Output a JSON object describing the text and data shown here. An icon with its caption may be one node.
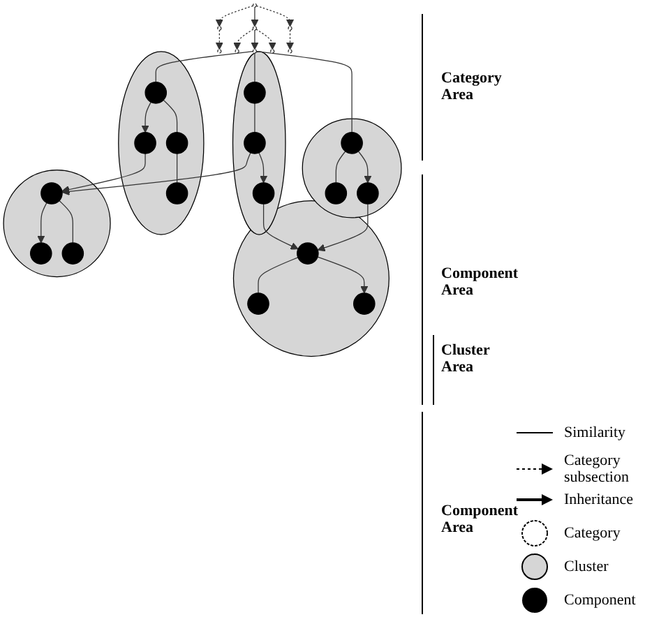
{
  "diagram": {
    "nodes": [
      {
        "text": [],
        "shape": "circle"
      },
      {
        "text": [],
        "shape": "circle"
      },
      {
        "text": [],
        "shape": "circle"
      },
      {
        "text": [],
        "shape": "circle"
      },
      {
        "text": [],
        "shape": "circle"
      },
      {
        "text": [],
        "shape": "circle"
      },
      {
        "text": [],
        "shape": "circle"
      },
      {
        "text": [],
        "shape": "circle"
      },
      {
        "text": [],
        "shape": "circle"
      },
      {
        "text": [],
        "shape": "circle"
      },
      {
        "text": [],
        "shape": "circle",
        "in": 9
      },
      {
        "text": [],
        "shape": "circle",
        "in": 9
      },
      {
        "text": [],
        "shape": "circle",
        "in": 9
      },
      {
        "text": [],
        "shape": "ellipse"
      },
      {
        "text": [],
        "shape": "circle",
        "in": 13
      },
      {
        "text": [],
        "shape": "circle",
        "in": 13
      },
      {
        "text": [],
        "shape": "circle",
        "in": 13
      },
      {
        "text": [],
        "shape": "ellipse"
      },
      {
        "text": [],
        "shape": "circle",
        "in": 17
      },
      {
        "text": [],
        "shape": "circle",
        "in": 17
      },
      {
        "text": [],
        "shape": "circle",
        "in": 17
      },
      {
        "text": [],
        "shape": "circle",
        "in": 17
      },
      {
        "text": [],
        "shape": "circle"
      },
      {
        "text": [],
        "shape": "circle",
        "in": 22
      },
      {
        "text": [],
        "shape": "circle",
        "in": 22
      },
      {
        "text": [],
        "shape": "circle",
        "in": 22
      },
      {
        "text": [],
        "shape": "circle"
      },
      {
        "text": [],
        "shape": "circle",
        "in": 26
      },
      {
        "text": [],
        "shape": "circle",
        "in": 26
      },
      {
        "text": [],
        "shape": "circle",
        "in": 26
      }
    ],
    "edges": [
      {
        "from": 0,
        "to": 1,
        "arrow": "to",
        "style": "dashed"
      },
      {
        "from": 0,
        "to": 2,
        "arrow": "to"
      },
      {
        "from": 0,
        "to": 3,
        "arrow": "to",
        "style": "dashed"
      },
      {
        "from": 1,
        "to": 4,
        "arrow": "to",
        "style": "dashed"
      },
      {
        "from": 2,
        "to": 5,
        "arrow": "to",
        "style": "dashed"
      },
      {
        "from": 2,
        "to": 6,
        "arrow": "to"
      },
      {
        "from": 2,
        "to": 7,
        "arrow": "to",
        "style": "dashed"
      },
      {
        "from": 3,
        "to": 8,
        "arrow": "to",
        "style": "dashed"
      },
      {
        "from": 6,
        "to": 10,
        "arrow": "none"
      },
      {
        "from": 6,
        "to": 14,
        "arrow": "none"
      },
      {
        "from": 6,
        "to": 18,
        "arrow": "none"
      },
      {
        "from": 10,
        "to": 11,
        "arrow": "none"
      },
      {
        "from": 10,
        "to": 12,
        "arrow": "to"
      },
      {
        "from": 14,
        "to": 15,
        "arrow": "none"
      },
      {
        "from": 15,
        "to": 16,
        "arrow": "to"
      },
      {
        "from": 18,
        "to": 19,
        "arrow": "none"
      },
      {
        "from": 18,
        "to": 20,
        "arrow": "to"
      },
      {
        "from": 19,
        "to": 21,
        "arrow": "none"
      },
      {
        "from": 12,
        "to": 23,
        "arrow": "to"
      },
      {
        "from": 16,
        "to": 23,
        "arrow": "to"
      },
      {
        "from": 15,
        "to": 27,
        "arrow": "to"
      },
      {
        "from": 20,
        "to": 27,
        "arrow": "to"
      },
      {
        "from": 23,
        "to": 24,
        "arrow": "none"
      },
      {
        "from": 23,
        "to": 25,
        "arrow": "to"
      },
      {
        "from": 27,
        "to": 28,
        "arrow": "to"
      },
      {
        "from": 27,
        "to": 29,
        "arrow": "none"
      }
    ],
    "labels": [
      "Category Area",
      "Component Area",
      "Cluster Area",
      "Component Area"
    ],
    "legend": [
      {
        "text": "Similarity"
      },
      {
        "text": "Category subsection"
      },
      {
        "text": "Inheritance"
      },
      {
        "text": "Category"
      },
      {
        "text": "Cluster"
      },
      {
        "text": "Component"
      }
    ]
  }
}
